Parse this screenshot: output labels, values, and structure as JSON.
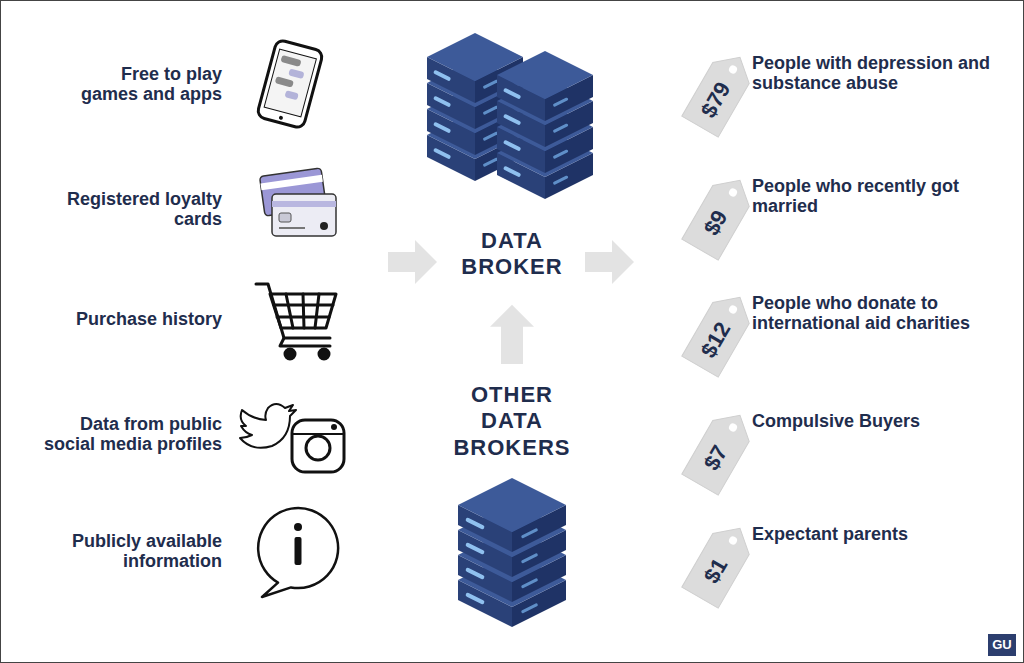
{
  "diagram": {
    "nodes": [
      {
        "text": [
          "DATA BROKER"
        ]
      },
      {
        "text": [
          "OTHER DATA BROKERS"
        ]
      },
      {
        "text": [
          "$79",
          "People with depression and substance abuse"
        ]
      },
      {
        "text": [
          "$9",
          "People who recently got married"
        ]
      },
      {
        "text": [
          "$12",
          "People who donate to international aid charities"
        ]
      },
      {
        "text": [
          "$7",
          "Compulsive Buyers"
        ]
      },
      {
        "text": [
          "$1",
          "Expectant parents"
        ]
      }
    ],
    "edges": [
      {
        "from": 1,
        "to": 0,
        "arrow": "to"
      }
    ],
    "labels": [
      "Free to play games and apps",
      "Registered loyalty cards",
      "Purchase history",
      "Data from public social media profiles",
      "Publicly available information",
      "GU"
    ]
  }
}
